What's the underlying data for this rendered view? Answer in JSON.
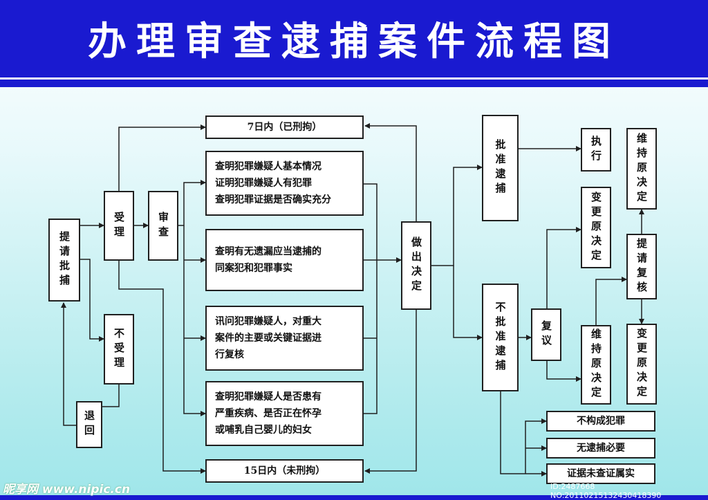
{
  "title": "办理审查逮捕案件流程图",
  "boxes": {
    "tiqing_pibu": "提请批捕",
    "shouli": "受理",
    "bu_shouli": "不受理",
    "tuihui": "退回",
    "shencha": "审查",
    "qi_ri_nei": "7日内（已刑拘）",
    "step1": "查明犯罪嫌疑人基本情况\n证明犯罪嫌疑人有犯罪\n查明犯罪证据是否确实充分",
    "step2": "查明有无遗漏应当逮捕的\n同案犯和犯罪事实",
    "step3": "讯问犯罪嫌疑人，对重大\n案件的主要或关键证据进\n行复核",
    "step4": "查明犯罪嫌疑人是否患有\n严重疾病、是否正在怀孕\n或哺乳自己婴儿的妇女",
    "shiwu_ri_nei": "15日内（未刑拘）",
    "zuochu_jueding": "做出决定",
    "pizhun_daibu": "批准逮捕",
    "zhixing": "执行",
    "bu_pizhun_daibu": "不批准逮捕",
    "fuyi": "复议",
    "biangeng_yuan_jueding_1": "变更原决定",
    "weichi_yuan_jueding_1": "维持原决定",
    "weichi_yuan_jueding_2": "维持原决定",
    "tiqing_fuhe": "提请复核",
    "biangeng_yuan_jueding_2": "变更原决定",
    "bu_gou_cheng_fanzui": "不构成犯罪",
    "wu_daibu_biyao": "无逮捕必要",
    "zhengju_wei_chazheng": "证据未查证属实"
  },
  "watermarks": {
    "site": "昵享网 www.nipic.cn",
    "id": "ID:2487668 NO:20110215132430418390"
  },
  "colors": {
    "header": "#1a1ad0",
    "line": "#1f1f1f",
    "bg_bottom": "#9fe6ea"
  }
}
